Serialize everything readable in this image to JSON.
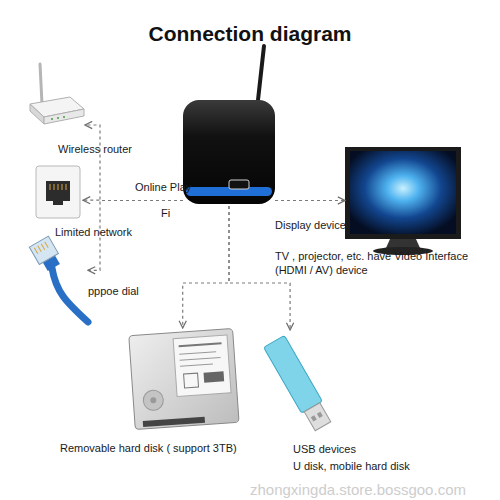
{
  "diagram": {
    "title": "Connection diagram",
    "nodes": [
      {
        "text": [
          "Wireless router"
        ]
      },
      {
        "text": [
          "Online Play",
          "Fi"
        ]
      },
      {
        "text": [
          "Display device",
          "TV , projector, etc. have Video Interface (HDMI / AV) device"
        ]
      },
      {
        "text": [
          "Limited network"
        ]
      },
      {
        "text": [
          "pppoe dial"
        ]
      },
      {
        "text": [
          "Removable hard disk ( support 3TB)"
        ]
      },
      {
        "text": [
          "USB devices",
          "U disk, mobile hard disk"
        ]
      }
    ],
    "edges": [
      {
        "from": 1,
        "to": 0,
        "arrow": "to"
      },
      {
        "from": 1,
        "to": 3,
        "arrow": "to"
      },
      {
        "from": 1,
        "to": 4,
        "arrow": "to"
      },
      {
        "from": 1,
        "to": 2,
        "arrow": "to"
      },
      {
        "from": 1,
        "to": 5,
        "arrow": "to"
      },
      {
        "from": 1,
        "to": 6,
        "arrow": "to"
      }
    ],
    "labels": [
      "zhongxingda.store.bossgoo.com"
    ]
  }
}
